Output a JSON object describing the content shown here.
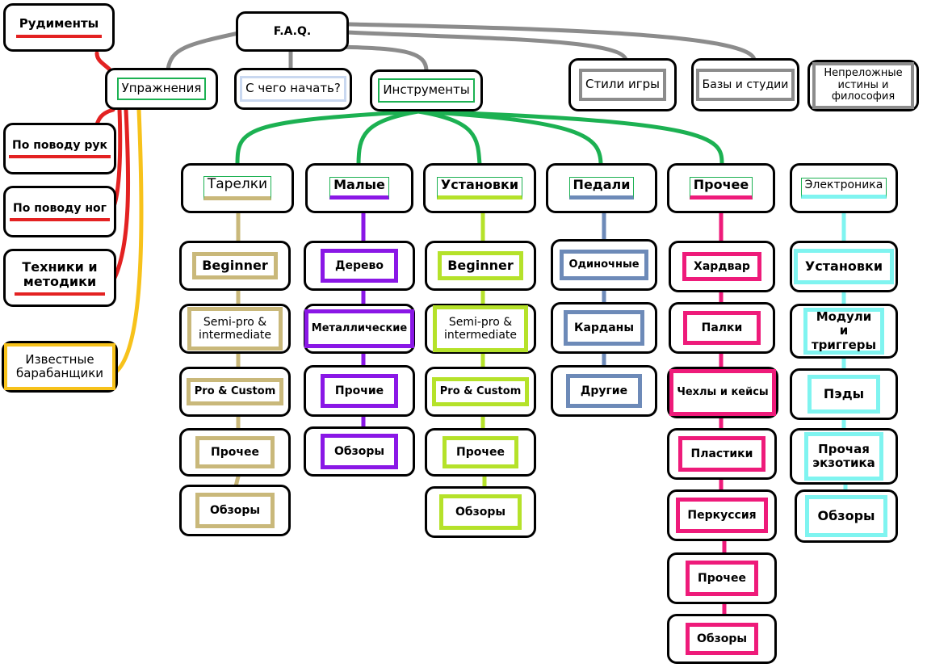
{
  "colors": {
    "exercises": "#e32222",
    "known": "#f7c21b",
    "gray": "#8c8c8c",
    "instruments": "#1cb152",
    "cymbals": "#c9b87a",
    "snares": "#8a17e6",
    "kits": "#b5e22a",
    "pedals": "#6d8ab8",
    "other": "#ee1b7a",
    "electronics": "#7ff4f0"
  },
  "faq": {
    "label": "F.A.Q."
  },
  "rudiments": {
    "label": "Рудименты"
  },
  "exercises": {
    "label": "Упражнения",
    "children": [
      "По поводу рук",
      "По поводу ног",
      "Техники и методики"
    ]
  },
  "known_drummers": {
    "label": "Известные барабанщики"
  },
  "start": {
    "label": "С чего начать?"
  },
  "instruments": {
    "label": "Инструменты"
  },
  "styles": {
    "label": "Стили игры"
  },
  "bases": {
    "label": "Базы и студии"
  },
  "truths": {
    "label": "Непреложные истины и философия"
  },
  "categories": {
    "cymbals": {
      "label": "Тарелки",
      "items": [
        "Beginner",
        "Semi-pro & intermediate",
        "Pro & Custom",
        "Прочее",
        "Обзоры"
      ]
    },
    "snares": {
      "label": "Малые",
      "items": [
        "Дерево",
        "Металлические",
        "Прочие",
        "Обзоры"
      ]
    },
    "kits": {
      "label": "Установки",
      "items": [
        "Beginner",
        "Semi-pro & intermediate",
        "Pro & Custom",
        "Прочее",
        "Обзоры"
      ]
    },
    "pedals": {
      "label": "Педали",
      "items": [
        "Одиночные",
        "Карданы",
        "Другие"
      ]
    },
    "other": {
      "label": "Прочее",
      "items": [
        "Хардвар",
        "Палки",
        "Чехлы и кейсы",
        "Пластики",
        "Перкуссия",
        "Прочее",
        "Обзоры"
      ]
    },
    "electronics": {
      "label": "Электроника",
      "items": [
        "Установки",
        "Модули и триггеры",
        "Пэды",
        "Прочая экзотика",
        "Обзоры"
      ]
    }
  }
}
